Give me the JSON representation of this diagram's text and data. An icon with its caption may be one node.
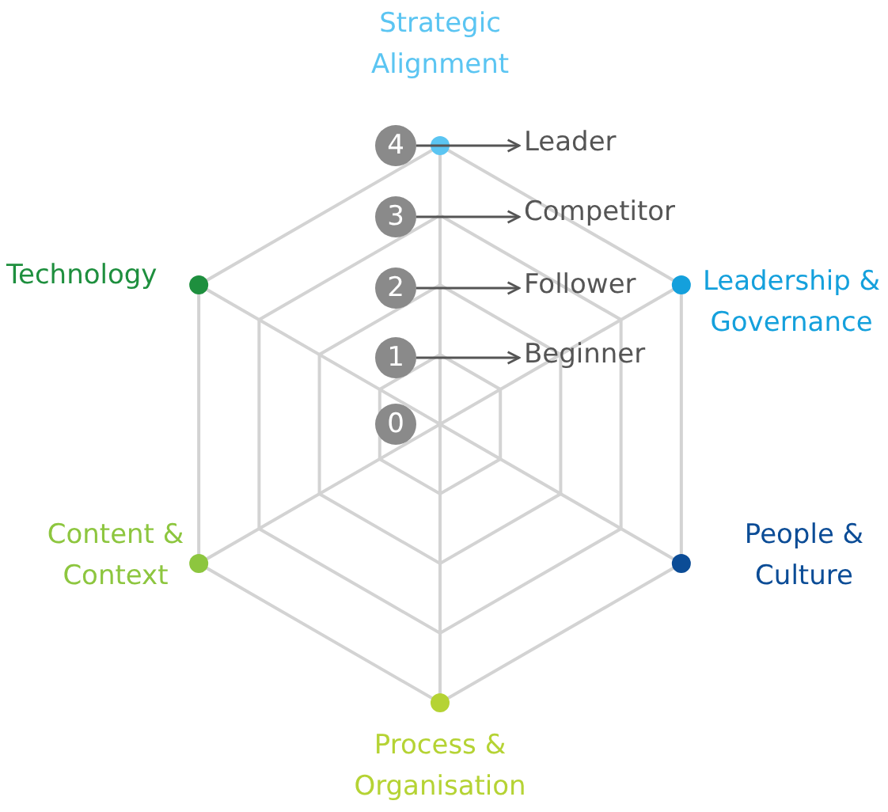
{
  "diagram": {
    "nodes": [
      {
        "text": [
          "4"
        ]
      },
      {
        "text": [
          "Leader"
        ]
      },
      {
        "text": [
          "3"
        ]
      },
      {
        "text": [
          "Competitor"
        ]
      },
      {
        "text": [
          "2"
        ]
      },
      {
        "text": [
          "Follower"
        ]
      },
      {
        "text": [
          "1"
        ]
      },
      {
        "text": [
          "Beginner"
        ]
      },
      {
        "text": [
          "0"
        ]
      }
    ],
    "edges": [
      {
        "from": 0,
        "to": 1,
        "arrow": "to"
      },
      {
        "from": 2,
        "to": 3,
        "arrow": "to"
      },
      {
        "from": 4,
        "to": 5,
        "arrow": "to"
      },
      {
        "from": 6,
        "to": 7,
        "arrow": "to"
      }
    ],
    "labels": [
      "Strategic Alignment",
      "Technology",
      "Leadership & Governance",
      "Content & Context",
      "People & Culture",
      "Process & Organisation"
    ]
  }
}
